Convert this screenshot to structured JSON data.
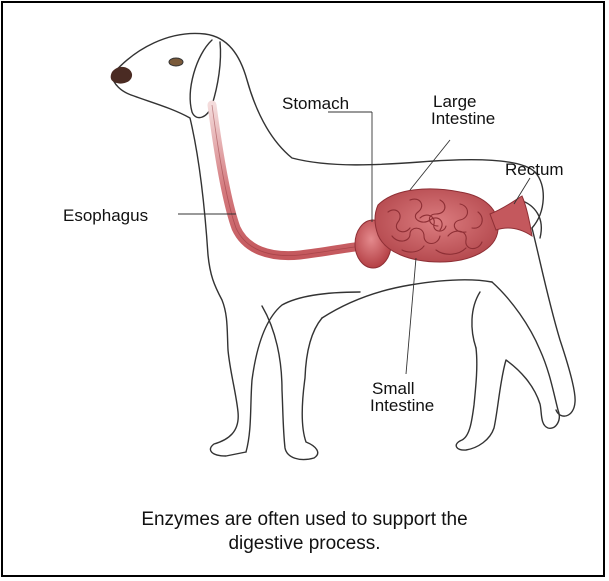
{
  "labels": {
    "esophagus": "Esophagus",
    "stomach": "Stomach",
    "large_intestine": [
      "Large",
      "Intestine"
    ],
    "rectum": "Rectum",
    "small_intestine": [
      "Small",
      "Intestine"
    ]
  },
  "caption": [
    "Enzymes are often used to support the",
    "digestive process."
  ],
  "colors": {
    "organ": "#c95a5e",
    "organ_dark": "#8e2f35",
    "outline": "#333333",
    "nose": "#4a2b23"
  },
  "icons": {
    "subject": "dog-digestive-system-illustration"
  }
}
